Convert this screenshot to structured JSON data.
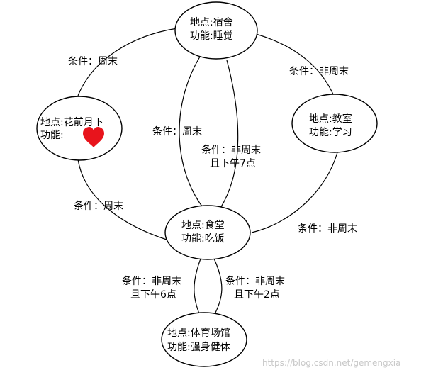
{
  "nodes": {
    "dorm": {
      "line1": "地点:宿舍",
      "line2": "功能:睡觉"
    },
    "garden": {
      "line1": "地点:花前月下",
      "line2": "功能:"
    },
    "class": {
      "line1": "地点:教室",
      "line2": "功能:学习"
    },
    "canteen": {
      "line1": "地点:食堂",
      "line2": "功能:吃饭"
    },
    "gym": {
      "line1": "地点:体育场馆",
      "line2": "功能:强身健体"
    }
  },
  "edges": {
    "dorm_garden": {
      "line1": "条件：周末"
    },
    "dorm_class": {
      "line1": "条件：非周末"
    },
    "dorm_canteen_left": {
      "line1": "条件：周末"
    },
    "dorm_canteen_right": {
      "line1": "条件：非周末",
      "line2": "且下午7点"
    },
    "garden_canteen": {
      "line1": "条件：周末"
    },
    "class_canteen": {
      "line1": "条件：非周末"
    },
    "canteen_gym_left": {
      "line1": "条件：非周末",
      "line2": "且下午6点"
    },
    "canteen_gym_right": {
      "line1": "条件：非周末",
      "line2": "且下午2点"
    }
  },
  "watermark": "https://blog.csdn.net/gemengxia",
  "colors": {
    "heart": "#e8141c",
    "stroke": "#000000",
    "watermark": "#c8c8c8"
  },
  "icons": {
    "garden_function": "heart-icon"
  }
}
